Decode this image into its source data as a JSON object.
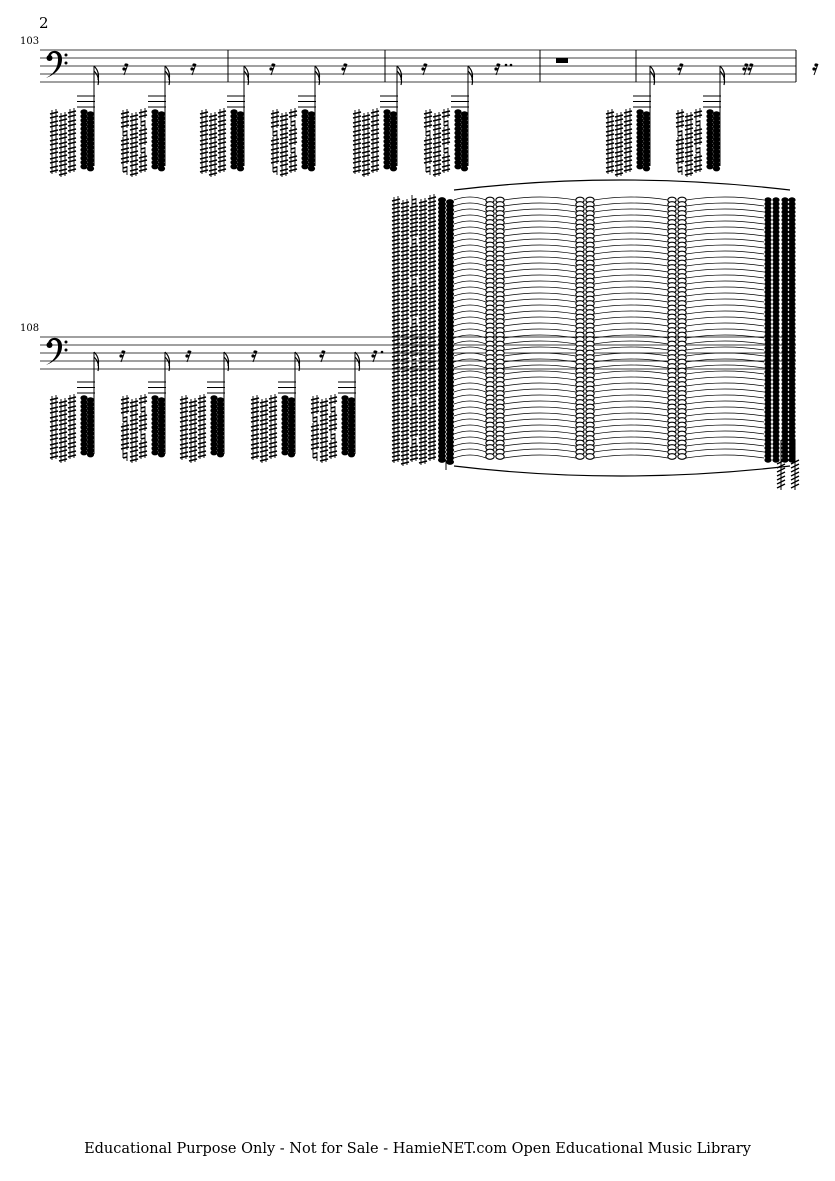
{
  "page": {
    "number": "2",
    "footer": "Educational Purpose Only - Not for Sale - HamieNET.com Open Educational Music Library"
  },
  "systems": [
    {
      "first_measure": "103",
      "clef": "bass",
      "measures": 5,
      "content": [
        "16th chord + 16th rest, 16th chord + 16th rest",
        "16th chord + 16th rest, 16th chord + 16th rest",
        "16th chord + 16th rest, 16th chord + double-dotted rest",
        "whole rest",
        "16th chord + 16th rest, 16th chord + 16th rest"
      ]
    },
    {
      "first_measure": "108",
      "clef": "bass",
      "measures": 1,
      "content": [
        "five 16th chords with rests",
        "large tied cluster chords"
      ]
    }
  ],
  "colors": {
    "ink": "#000000",
    "paper": "#ffffff"
  }
}
